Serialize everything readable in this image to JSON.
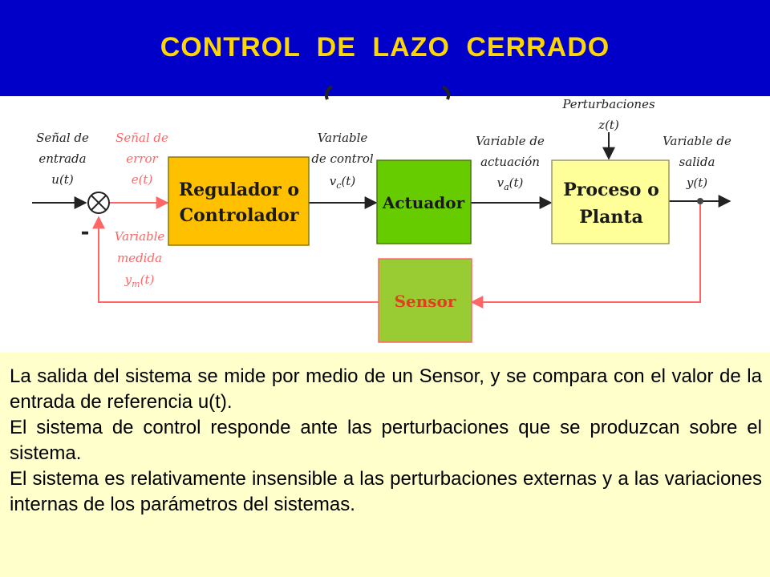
{
  "slide": {
    "title": "CONTROL  DE  LAZO  CERRADO"
  },
  "diagram": {
    "blocks": {
      "controller_line1": "Regulador o",
      "controller_line2": "Controlador",
      "actuator": "Actuador",
      "process_line1": "Proceso o",
      "process_line2": "Planta",
      "sensor": "Sensor"
    },
    "signals": {
      "input": [
        "Señal de",
        "entrada",
        "u(t)"
      ],
      "error": [
        "Señal de",
        "error",
        "e(t)"
      ],
      "control": [
        "Variable",
        "de control"
      ],
      "control_var": "v",
      "control_sub": "c",
      "control_arg": "(t)",
      "actuation": [
        "Variable de",
        "actuación"
      ],
      "actuation_var": "v",
      "actuation_sub": "a",
      "actuation_arg": "(t)",
      "disturbance": [
        "Perturbaciones",
        "z(t)"
      ],
      "output": [
        "Variable de",
        "salida",
        "y(t)"
      ],
      "measured": [
        "Variable",
        "medida"
      ],
      "measured_var": "y",
      "measured_sub": "m",
      "measured_arg": "(t)",
      "minus": "-"
    },
    "colors": {
      "controller": "#ffc000",
      "actuator": "#66cc00",
      "process": "#ffff99",
      "sensor": "#99cc33",
      "sensor_text": "#e04020",
      "feedback": "#ff6666"
    }
  },
  "body_text": {
    "p1": "La salida del sistema se mide por medio de un Sensor, y se compara con el valor de la entrada de referencia u(t).",
    "p2": "El sistema de control responde ante las perturbaciones que se produzcan sobre el sistema.",
    "p3": "El sistema es relativamente insensible  a las perturbaciones externas y a las variaciones internas de los parámetros del sistemas."
  }
}
